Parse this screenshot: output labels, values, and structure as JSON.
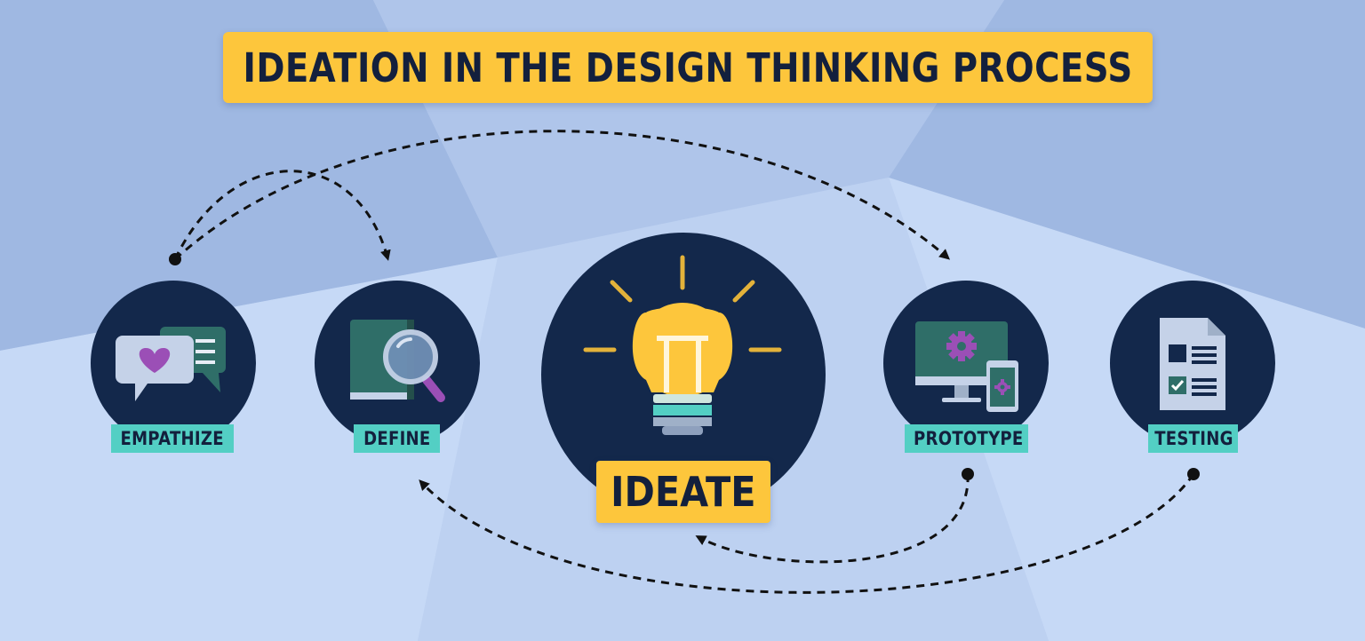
{
  "title": "IDEATION IN THE DESIGN THINKING PROCESS",
  "stages": {
    "empathize": {
      "label": "EMPATHIZE",
      "icon": "speech-bubbles-heart-icon"
    },
    "define": {
      "label": "DEFINE",
      "icon": "book-magnifier-icon"
    },
    "ideate": {
      "label": "IDEATE",
      "icon": "lightbulb-icon"
    },
    "prototype": {
      "label": "PROTOTYPE",
      "icon": "monitor-phone-gear-icon"
    },
    "testing": {
      "label": "TESTING",
      "icon": "checklist-document-icon"
    }
  },
  "connections": [
    {
      "from": "EMPATHIZE",
      "to": "DEFINE"
    },
    {
      "from": "EMPATHIZE",
      "to": "PROTOTYPE"
    },
    {
      "from": "PROTOTYPE",
      "to": "IDEATE"
    },
    {
      "from": "TESTING",
      "to": "DEFINE"
    }
  ],
  "colors": {
    "background": "#b9cdee",
    "node_fill": "#13284b",
    "title_fill": "#fdc63c",
    "stage_label_fill": "#53cfc4",
    "text": "#13203d",
    "arrow": "#111111",
    "accent_purple": "#9b4fb6",
    "accent_green": "#2f6e68",
    "bulb_yellow": "#fdc63c"
  }
}
